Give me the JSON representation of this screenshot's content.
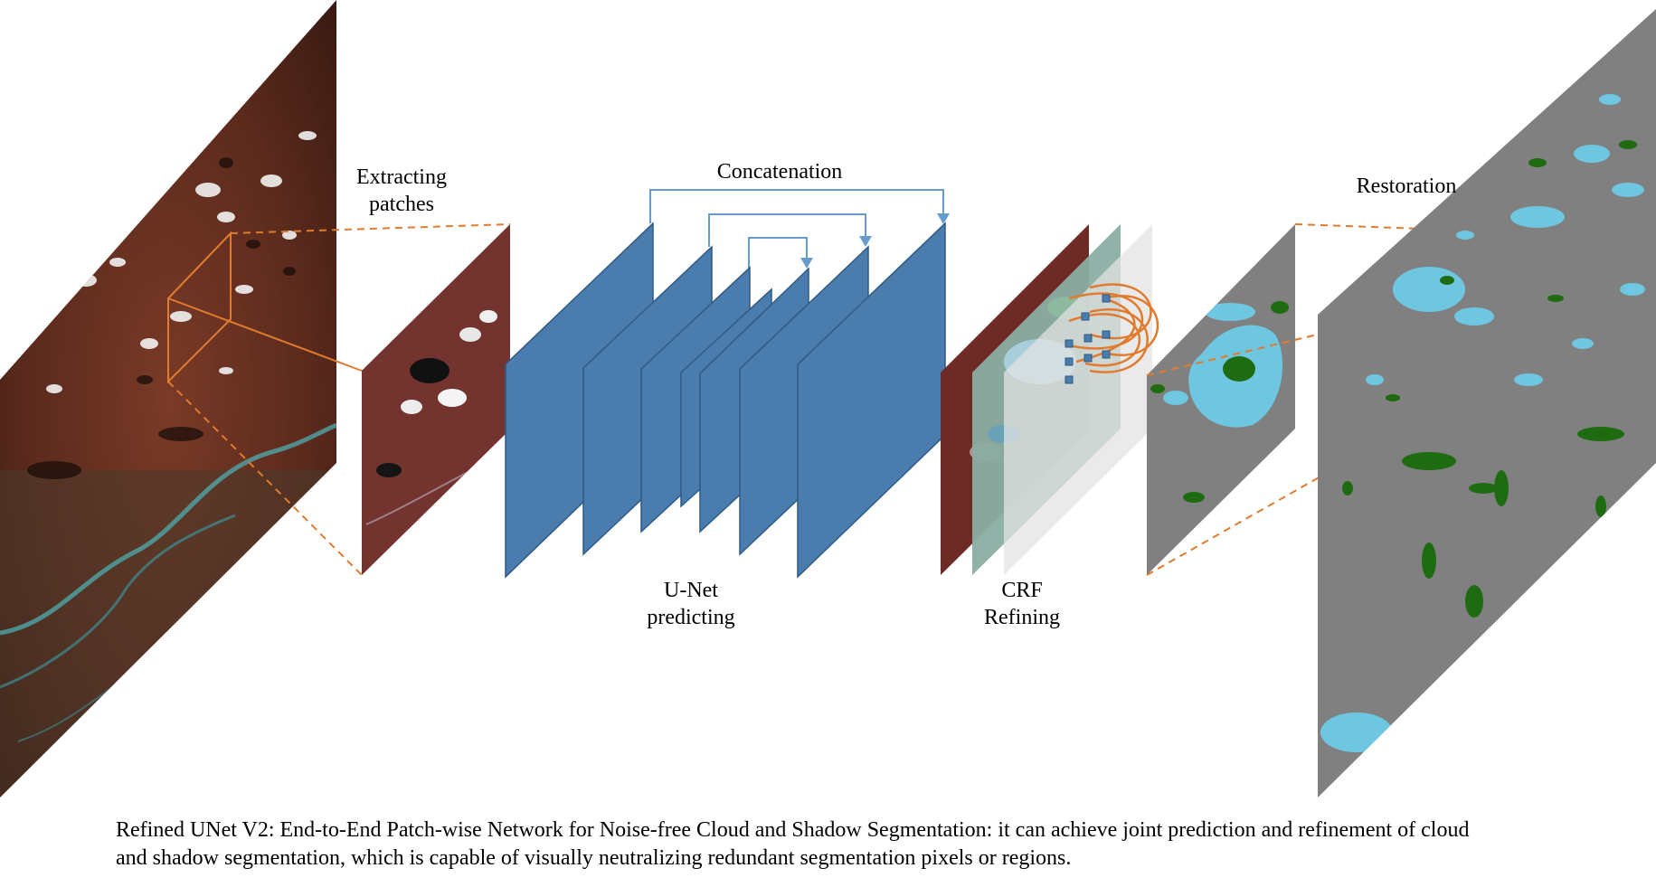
{
  "labels": {
    "extract_line1": "Extracting",
    "extract_line2": "patches",
    "concatenation": "Concatenation",
    "unet_line1": "U-Net",
    "unet_line2": "predicting",
    "crf_line1": "CRF",
    "crf_line2": "Refining",
    "restoration": "Restoration"
  },
  "caption": {
    "line1": "Refined UNet V2: End-to-End Patch-wise Network for Noise-free Cloud and Shadow Segmentation: it can achieve joint prediction and refinement of cloud",
    "line2": "and shadow segmentation, which is capable of visually neutralizing redundant segmentation pixels or regions."
  },
  "colors": {
    "layer_fill": "#4a7cad",
    "layer_edge": "#2f5a85",
    "skip_arrow": "#6a9ccb",
    "orange": "#e07b2f",
    "cloud": "#6ec6e0",
    "shadow": "#1f6b12",
    "mask_gray": "#808080",
    "satellite": "#6b2f20"
  }
}
